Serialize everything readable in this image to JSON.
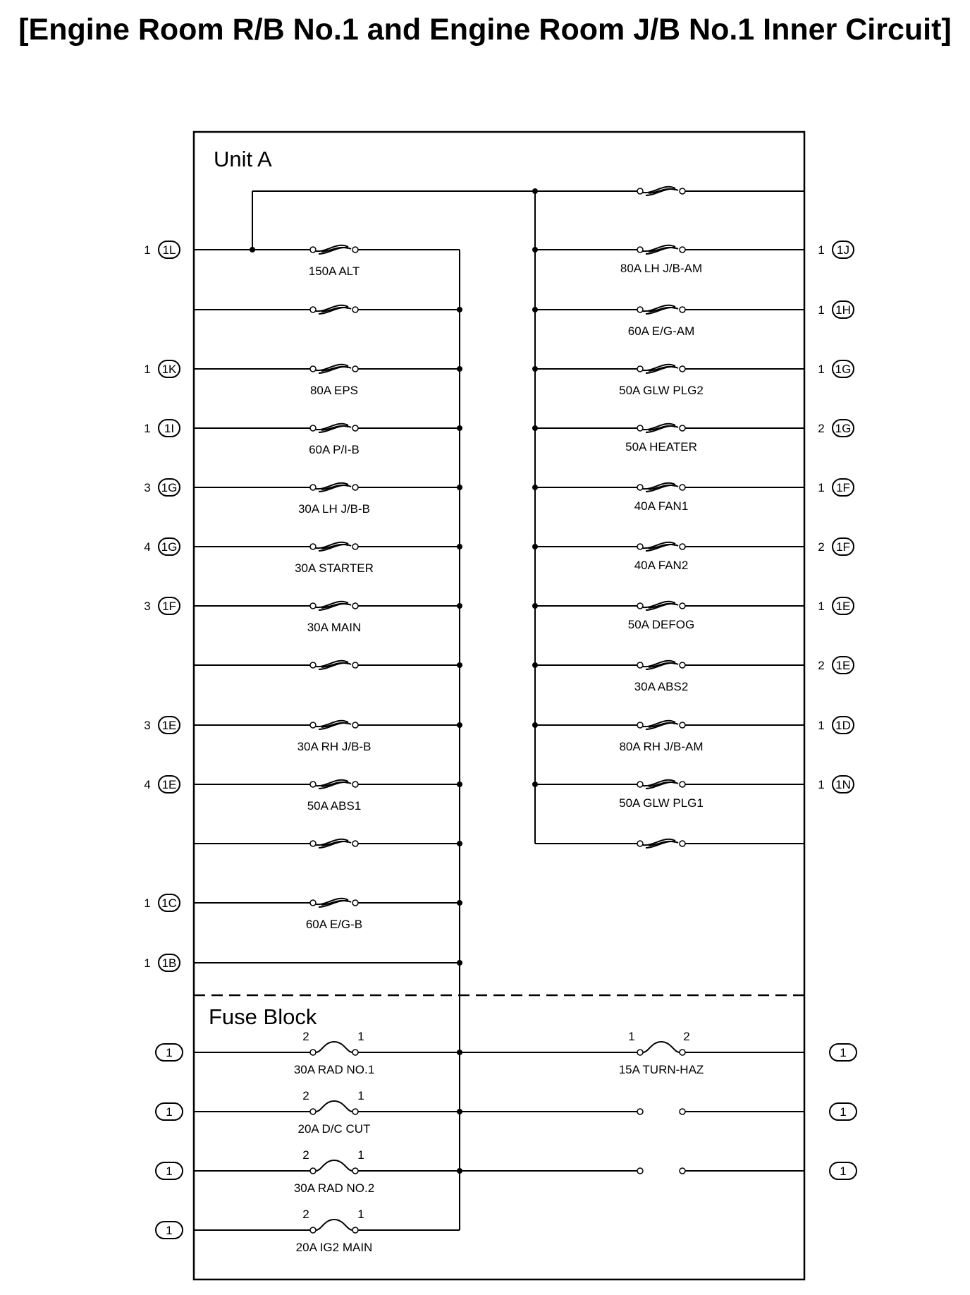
{
  "title": "[Engine Room R/B No.1 and Engine Room J/B No.1 Inner Circuit]",
  "sections": {
    "unit_a": "Unit A",
    "fuse_block": "Fuse Block"
  },
  "unit_a": {
    "left_rows": [
      {
        "fuse": "150A ALT",
        "pin": "1",
        "conn": "1L"
      },
      {
        "fuse": "",
        "pin": "",
        "conn": ""
      },
      {
        "fuse": "80A EPS",
        "pin": "1",
        "conn": "1K"
      },
      {
        "fuse": "60A P/I-B",
        "pin": "1",
        "conn": "1I"
      },
      {
        "fuse": "30A LH J/B-B",
        "pin": "3",
        "conn": "1G"
      },
      {
        "fuse": "30A STARTER",
        "pin": "4",
        "conn": "1G"
      },
      {
        "fuse": "30A MAIN",
        "pin": "3",
        "conn": "1F"
      },
      {
        "fuse": "",
        "pin": "",
        "conn": ""
      },
      {
        "fuse": "30A RH J/B-B",
        "pin": "3",
        "conn": "1E"
      },
      {
        "fuse": "50A ABS1",
        "pin": "4",
        "conn": "1E"
      },
      {
        "fuse": "",
        "pin": "",
        "conn": ""
      },
      {
        "fuse": "60A E/G-B",
        "pin": "1",
        "conn": "1C"
      },
      {
        "fuse": "",
        "pin": "1",
        "conn": "1B"
      }
    ],
    "right_rows": [
      {
        "fuse": "",
        "pin": "",
        "conn": ""
      },
      {
        "fuse": "80A LH J/B-AM",
        "pin": "1",
        "conn": "1J"
      },
      {
        "fuse": "60A E/G-AM",
        "pin": "1",
        "conn": "1H"
      },
      {
        "fuse": "50A GLW PLG2",
        "pin": "1",
        "conn": "1G"
      },
      {
        "fuse": "50A HEATER",
        "pin": "2",
        "conn": "1G"
      },
      {
        "fuse": "40A FAN1",
        "pin": "1",
        "conn": "1F"
      },
      {
        "fuse": "40A FAN2",
        "pin": "2",
        "conn": "1F"
      },
      {
        "fuse": "50A DEFOG",
        "pin": "1",
        "conn": "1E"
      },
      {
        "fuse": "30A ABS2",
        "pin": "2",
        "conn": "1E"
      },
      {
        "fuse": "80A RH J/B-AM",
        "pin": "1",
        "conn": "1D"
      },
      {
        "fuse": "50A GLW PLG1",
        "pin": "1",
        "conn": "1N"
      },
      {
        "fuse": "",
        "pin": "",
        "conn": ""
      }
    ]
  },
  "fuse_block": {
    "left_rows": [
      {
        "fuse": "30A RAD NO.1",
        "term_left": "2",
        "term_right": "1",
        "conn": "1"
      },
      {
        "fuse": "20A D/C CUT",
        "term_left": "2",
        "term_right": "1",
        "conn": "1"
      },
      {
        "fuse": "30A RAD NO.2",
        "term_left": "2",
        "term_right": "1",
        "conn": "1"
      },
      {
        "fuse": "20A IG2 MAIN",
        "term_left": "2",
        "term_right": "1",
        "conn": "1"
      }
    ],
    "right_rows": [
      {
        "fuse": "15A TURN-HAZ",
        "term_left": "1",
        "term_right": "2",
        "conn": "1"
      },
      {
        "fuse": "",
        "term_left": "",
        "term_right": "",
        "conn": "1"
      },
      {
        "fuse": "",
        "term_left": "",
        "term_right": "",
        "conn": "1"
      }
    ]
  }
}
